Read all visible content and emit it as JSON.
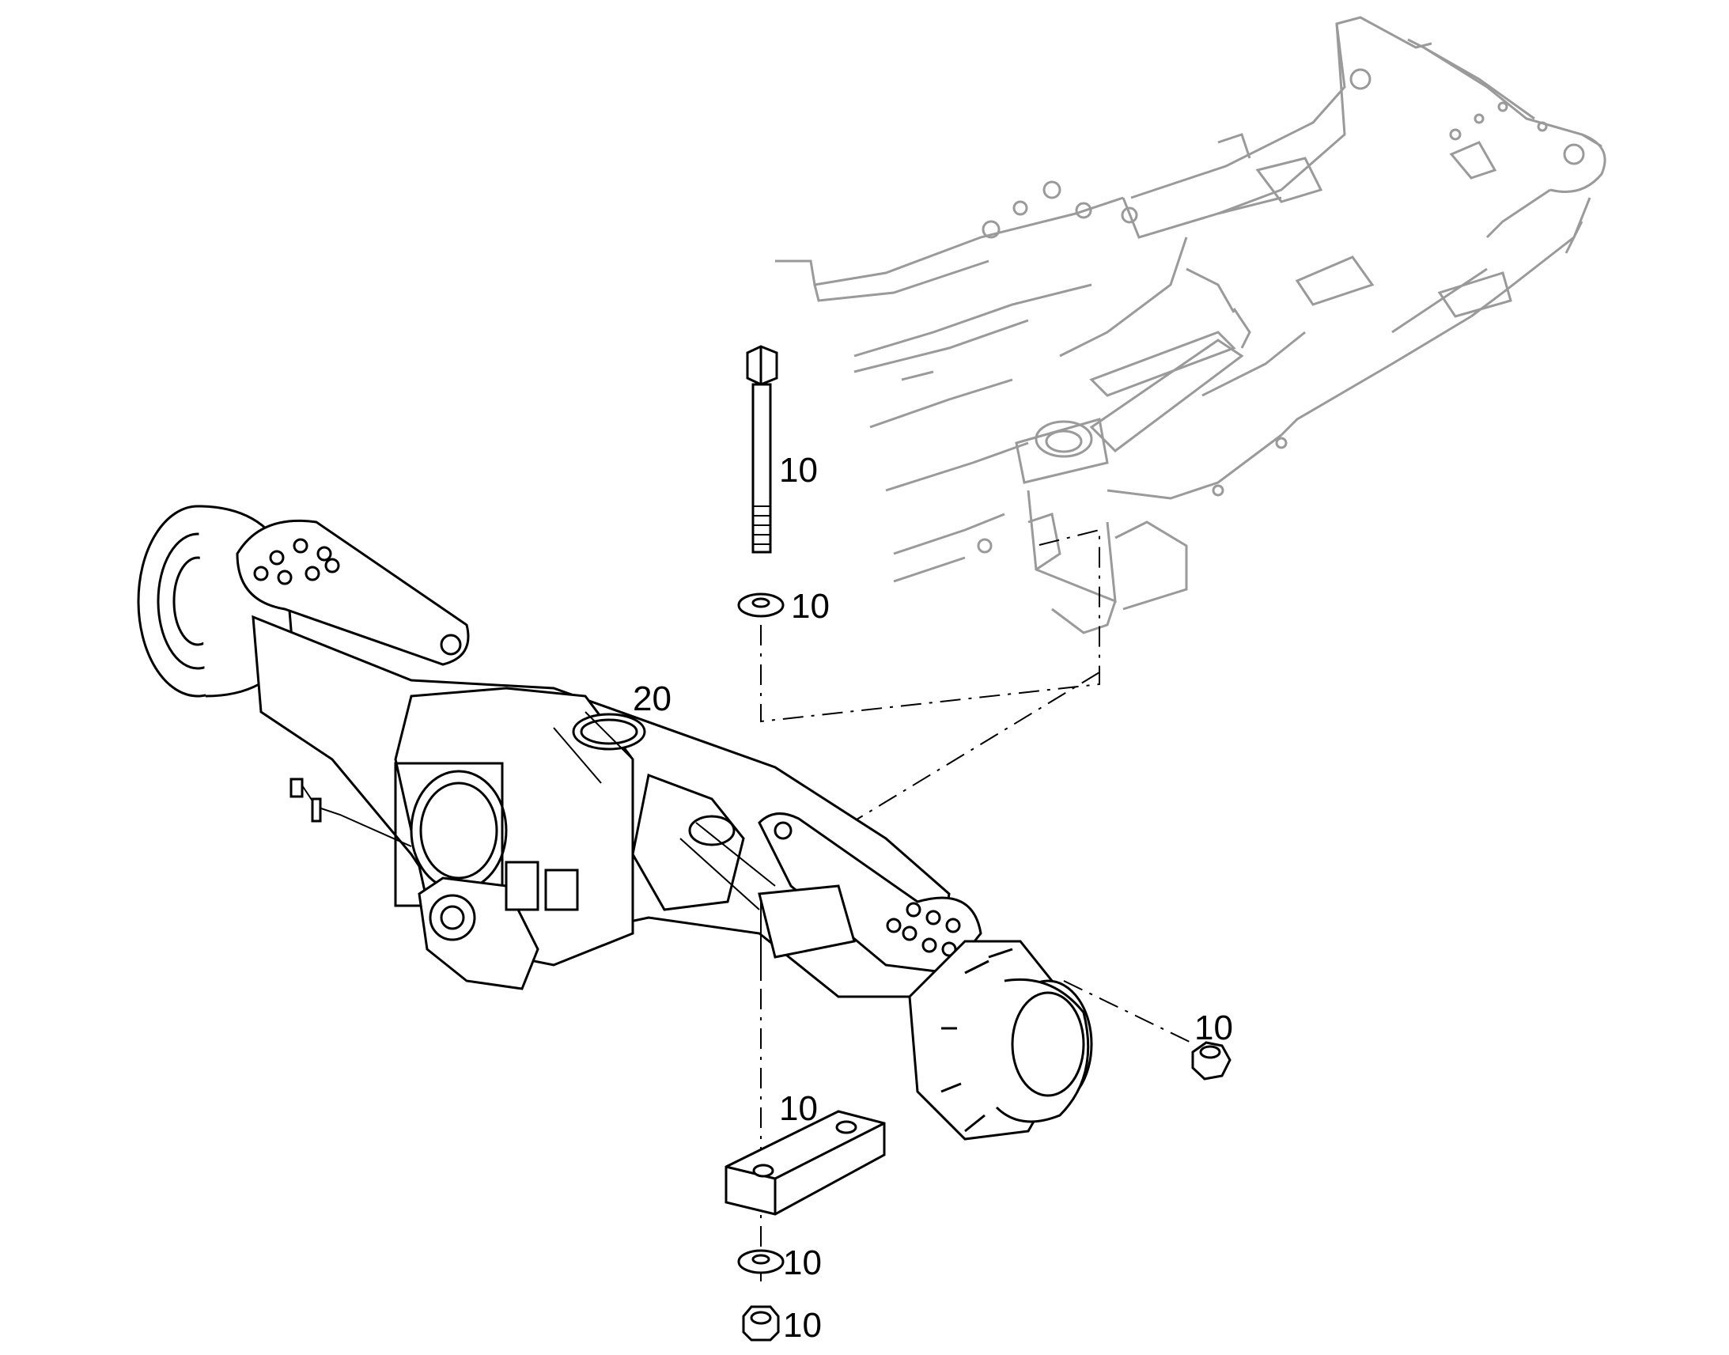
{
  "callouts": {
    "bolt": "10",
    "washer_upper": "10",
    "axle": "20",
    "nut_right": "10",
    "plate": "10",
    "washer_lower": "10",
    "nut_lower": "10"
  },
  "colors": {
    "line": "#000000",
    "frame_line": "#9a9a9a",
    "background": "#ffffff"
  }
}
